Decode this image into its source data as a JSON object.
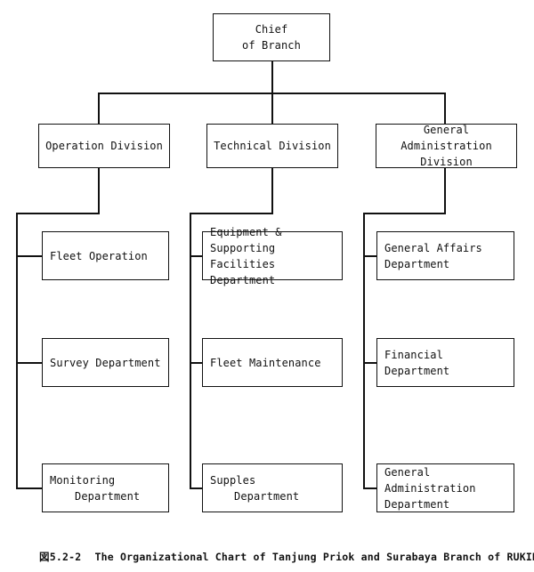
{
  "chart": {
    "root": {
      "line1": "Chief",
      "line2": "of Branch"
    },
    "divisions": [
      {
        "line1": "Operation Division",
        "line2": ""
      },
      {
        "line1": "Technical Division",
        "line2": ""
      },
      {
        "line1": "General Administration",
        "line2": "Division"
      }
    ],
    "departments": {
      "operation": [
        {
          "line1": "Fleet Operation",
          "line2": ""
        },
        {
          "line1": "Survey Department",
          "line2": ""
        },
        {
          "line1": "Monitoring",
          "line2": "Department"
        }
      ],
      "technical": [
        {
          "line1": "Equipment & Supporting",
          "line2": "Facilities Department"
        },
        {
          "line1": "Fleet Maintenance",
          "line2": ""
        },
        {
          "line1": "Supples",
          "line2": "Department"
        }
      ],
      "general": [
        {
          "line1": "General Affairs",
          "line2": "Department"
        },
        {
          "line1": "Financial Department",
          "line2": ""
        },
        {
          "line1": "General Administration",
          "line2": "Department"
        }
      ]
    }
  },
  "caption": {
    "figure_no": "図5.2-2",
    "text": "The Organizational Chart of Tanjung Priok and Surabaya Branch  of RUKINDO"
  }
}
